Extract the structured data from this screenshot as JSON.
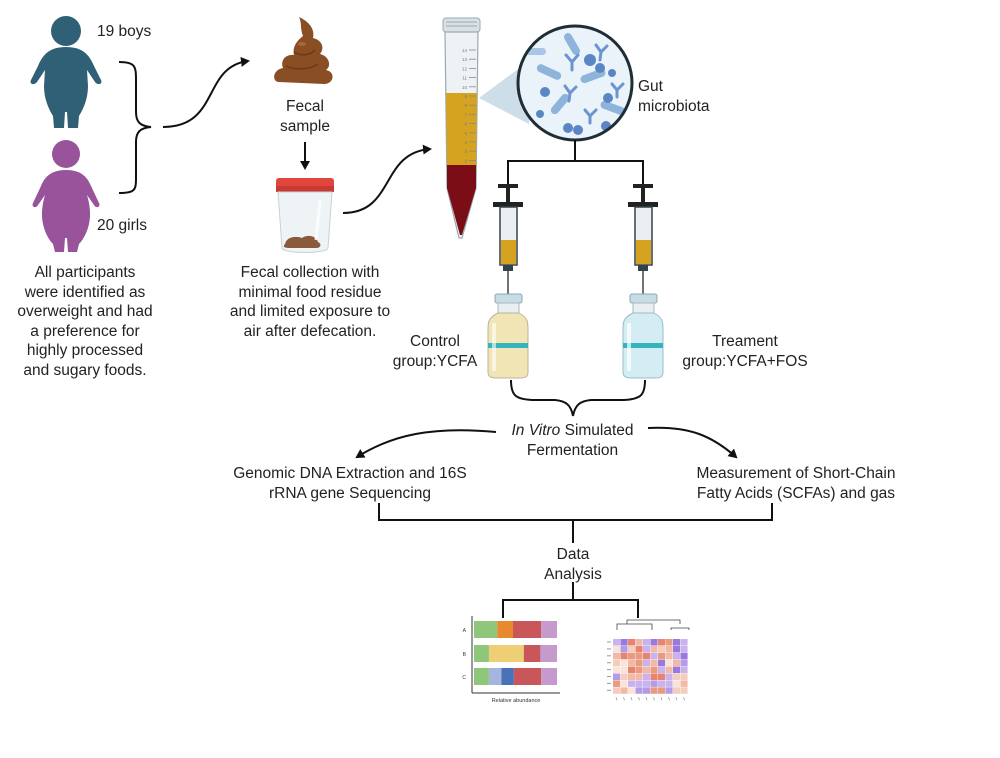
{
  "participants": {
    "boys_label": "19 boys",
    "girls_label": "20 girls",
    "description": "All participants\nwere identified as\noverweight and had\na preference for\nhighly processed\nand sugary foods."
  },
  "fecal": {
    "sample_label": "Fecal\nsample",
    "collection_note": "Fecal collection with\nminimal food residue\nand limited exposure to\nair after defecation."
  },
  "microbiota_label": "Gut\nmicrobiota",
  "tube_marks": [
    "14",
    "13",
    "12",
    "11",
    "10",
    "9",
    "8",
    "7",
    "6",
    "5",
    "4",
    "3",
    "2"
  ],
  "groups": {
    "control": "Control\ngroup:YCFA",
    "treatment": "Treament\ngroup:YCFA+FOS"
  },
  "fermentation": {
    "italic": "In Vitro",
    "rest": " Simulated",
    "line2": "Fermentation"
  },
  "analyses": {
    "sequencing": "Genomic DNA Extraction and 16S\nrRNA gene Sequencing",
    "scfa": "Measurement of Short-Chain\nFatty Acids (SCFAs) and gas"
  },
  "data_analysis_label": "Data\nAnalysis",
  "mini_bar_chart": {
    "rows": [
      "A",
      "B",
      "C"
    ],
    "xlabel": "Relative abundance",
    "segments": [
      [
        {
          "w": 0.28,
          "c": "#8fc77a"
        },
        {
          "w": 0.19,
          "c": "#e8892f"
        },
        {
          "w": 0.34,
          "c": "#c9575a"
        },
        {
          "w": 0.19,
          "c": "#c49bcc"
        }
      ],
      [
        {
          "w": 0.18,
          "c": "#8fc77a"
        },
        {
          "w": 0.42,
          "c": "#efcf75"
        },
        {
          "w": 0.2,
          "c": "#c9575a"
        },
        {
          "w": 0.2,
          "c": "#c49bcc"
        }
      ],
      [
        {
          "w": 0.18,
          "c": "#8fc77a"
        },
        {
          "w": 0.15,
          "c": "#a6b5df"
        },
        {
          "w": 0.15,
          "c": "#4a72b8"
        },
        {
          "w": 0.33,
          "c": "#c9575a"
        },
        {
          "w": 0.19,
          "c": "#c49bcc"
        }
      ]
    ]
  },
  "colors": {
    "boy": "#2f6076",
    "girl": "#99539a",
    "tube_fluid": "#d5a31f",
    "tube_sample": "#7a0d15",
    "bacteria": "#5b86c4",
    "lid_red": "#e0463d",
    "control_fluid": "#f1e5b5",
    "treatment_fluid": "#d4edf5",
    "vial_stripe": "#35b3bf"
  }
}
